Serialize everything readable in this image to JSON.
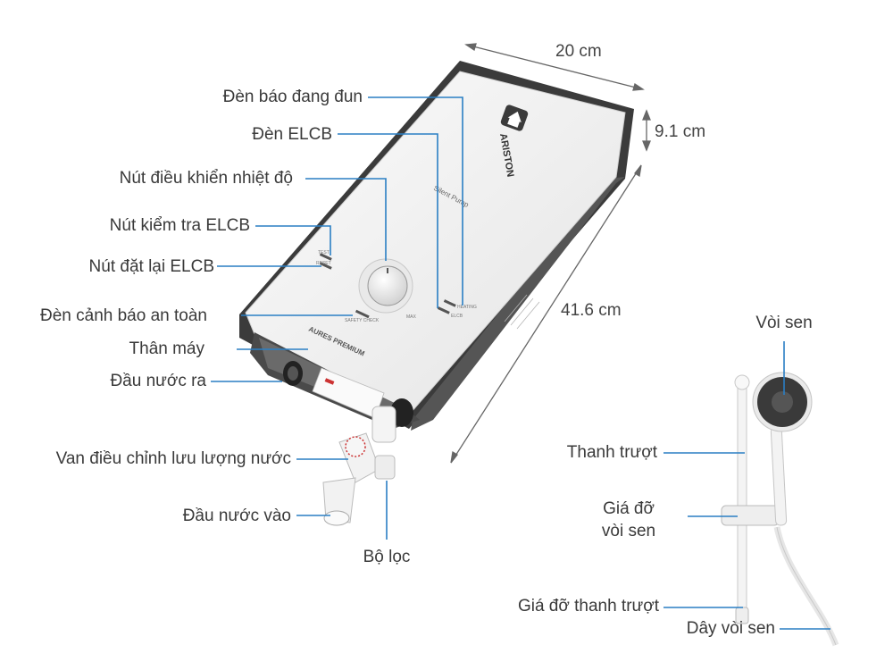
{
  "labels": {
    "heating_light": "Đèn báo đang đun",
    "elcb_light": "Đèn ELCB",
    "temp_knob": "Nút điều khiển nhiệt độ",
    "elcb_test": "Nút kiểm tra ELCB",
    "elcb_reset": "Nút đặt lại ELCB",
    "safety_light": "Đèn cảnh báo an toàn",
    "body": "Thân máy",
    "water_outlet": "Đầu nước ra",
    "flow_valve": "Van điều chỉnh lưu lượng nước",
    "water_inlet": "Đầu nước vào",
    "filter": "Bộ lọc",
    "shower_head": "Vòi sen",
    "slide_bar": "Thanh trượt",
    "holder_line1": "Giá đỡ",
    "holder_line2": "vòi sen",
    "bar_holder": "Giá đỡ thanh trượt",
    "hose": "Dây vòi sen"
  },
  "dimensions": {
    "width": "20 cm",
    "depth": "9.1 cm",
    "height": "41.6 cm"
  },
  "device_text": {
    "brand": "ARISTON",
    "model": "AURES PREMIUM",
    "pump": "Silent Pump",
    "heating": "HEATING",
    "elcb": "ELCB",
    "test": "TEST",
    "reset": "RESET",
    "safety": "SAFETY CHECK",
    "max": "MAX"
  },
  "colors": {
    "callout_line": "#2a7fc4",
    "device_body": "#f2f2f2",
    "device_dark": "#3b3b3b",
    "label_text": "#3a3a3a"
  }
}
